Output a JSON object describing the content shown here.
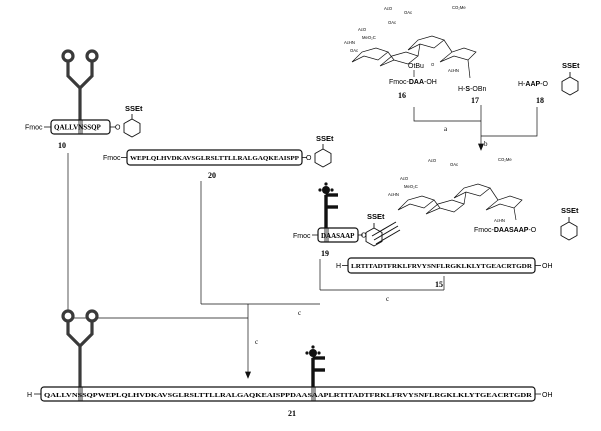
{
  "compounds": {
    "c10": {
      "number": "10",
      "prefix": "Fmoc",
      "sequence": "QALLVNSSQP",
      "tag": "SSEt"
    },
    "c20": {
      "number": "20",
      "prefix": "Fmoc",
      "sequence": "WEPLQLHVDKAVSGLRSLTTLLRALGAQKEAISPP",
      "tag": "SSEt"
    },
    "c19": {
      "number": "19",
      "prefix": "Fmoc",
      "sequence": "DAASAAP",
      "tag": "SSEt"
    },
    "c15": {
      "number": "15",
      "prefix": "H",
      "sequence": "LRTITADTFRKLFRVYSNFLRGKLKLYTGEACRTGDR",
      "suffix": "OH"
    },
    "c21": {
      "number": "21",
      "prefix": "H",
      "sequence": "QALLVNSSQPWEPLQLHVDKAVSGLRSLTTLLRALGAQKEAISPPDAASAAPLRTITADTFRKLFRVYSNFLRGKLKLYTGEACRTGDR",
      "suffix": "OH"
    },
    "c16": {
      "number": "16",
      "otbu": "OtBu",
      "fmoc": "Fmoc-",
      "bold": "DAA",
      "tail": "-OH"
    },
    "c17": {
      "number": "17",
      "h": "H-",
      "bold": "S",
      "tail": "-OBn"
    },
    "c18": {
      "number": "18",
      "h": "H-",
      "bold": "AAP",
      "tail": "-O",
      "tag": "SSEt"
    },
    "glyco": {
      "fmoc": "Fmoc-",
      "bold": "DAASAAP",
      "tail": "-O",
      "tag": "SSEt"
    }
  },
  "sugar_labels": {
    "ac": "AcO",
    "ac2": "AcO",
    "oac": "OAc",
    "oac2": "OAc",
    "oac3": "OAc",
    "achn": "AcHN",
    "meo2c": "MeO₂C",
    "co2me": "CO₂Me",
    "o": "O"
  },
  "steps": {
    "a": "a",
    "b": "b",
    "c1": "c",
    "c2": "c",
    "c3": "c"
  },
  "colors": {
    "glycan": "#3a3a3a",
    "line": "#111111",
    "highlight": "#9a9a9a"
  }
}
